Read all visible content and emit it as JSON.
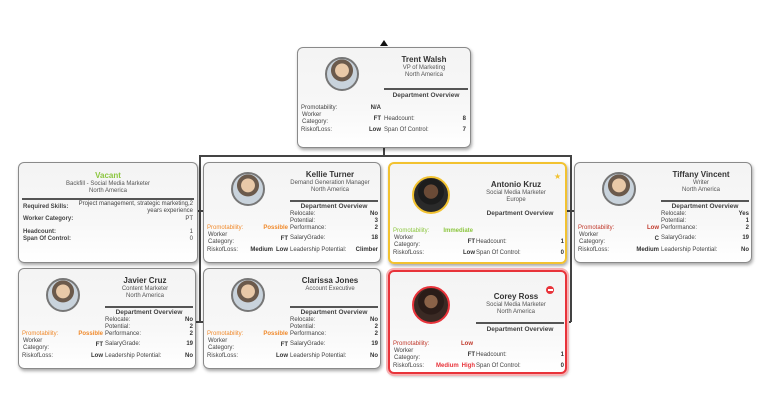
{
  "colors": {
    "accent_gold": "#f2c230",
    "accent_red": "#e8333a",
    "promotability_possible": "#f08a2c",
    "promotability_immediate": "#8cc63f",
    "promotability_low": "#c0392b",
    "vacant": "#8cc63f"
  },
  "labels": {
    "dept": "Department Overview",
    "promotability": "Promotability:",
    "worker_category": "Worker Category:",
    "risk": "RiskofLoss:",
    "headcount": "Headcount:",
    "span": "Span Of Control:",
    "relocate": "Relocate:",
    "potential": "Potential:",
    "performance": "Performance:",
    "salary": "SalaryGrade:",
    "leadership": "Leadership Potential:",
    "required_skills": "Required Skills:"
  },
  "root": {
    "name": "Trent Walsh",
    "title": "VP of Marketing",
    "region": "North America",
    "promotability": "N/A",
    "worker_category": "FT",
    "risk": "Low",
    "headcount": "8",
    "span": "7",
    "collapse_icon": "triangle-up-icon"
  },
  "vacant": {
    "status": "Vacant",
    "title": "Backfill - Social Media Marketer",
    "region": "North America",
    "required_skills": "Project management, strategic marketing,2 years experience",
    "worker_category": "PT",
    "headcount": "1",
    "span": "0"
  },
  "employees": [
    {
      "id": "kellie",
      "name": "Kellie Turner",
      "title": "Demand Generation Manager",
      "region": "North America",
      "promotability": "Possible",
      "worker_category": "FT",
      "risk": "Medium",
      "risk2": "Low",
      "relocate": "No",
      "potential": "3",
      "performance": "2",
      "salary": "18",
      "leadership": "Climber"
    },
    {
      "id": "tiffany",
      "name": "Tiffany Vincent",
      "title": "Writer",
      "region": "North America",
      "promotability": "Low",
      "worker_category": "C",
      "risk": "Medium",
      "relocate": "Yes",
      "potential": "1",
      "performance": "2",
      "salary": "19",
      "leadership": "No"
    },
    {
      "id": "javier",
      "name": "Javier Cruz",
      "title": "Content Marketer",
      "region": "North America",
      "promotability": "Possible",
      "worker_category": "FT",
      "risk": "Low",
      "relocate": "No",
      "potential": "2",
      "performance": "2",
      "salary": "19",
      "leadership": "No"
    },
    {
      "id": "clarissa",
      "name": "Clarissa Jones",
      "title": "Account Executive",
      "promotability": "Possible",
      "worker_category": "FT",
      "risk": "Low",
      "relocate": "No",
      "potential": "2",
      "performance": "2",
      "salary": "19",
      "leadership": "No"
    }
  ],
  "managers": [
    {
      "id": "antonio",
      "name": "Antonio Kruz",
      "title": "Social Media Marketer",
      "region": "Europe",
      "promotability": "Immediate",
      "worker_category": "FT",
      "risk": "Low",
      "headcount": "1",
      "span": "0",
      "badge_icon": "star-icon"
    },
    {
      "id": "corey",
      "name": "Corey Ross",
      "title": "Social Media Marketer",
      "region": "North America",
      "promotability": "Low",
      "worker_category": "FT",
      "risk": "Medium",
      "risk2": "High",
      "headcount": "1",
      "span": "0",
      "badge_icon": "minus-circle-icon"
    }
  ]
}
